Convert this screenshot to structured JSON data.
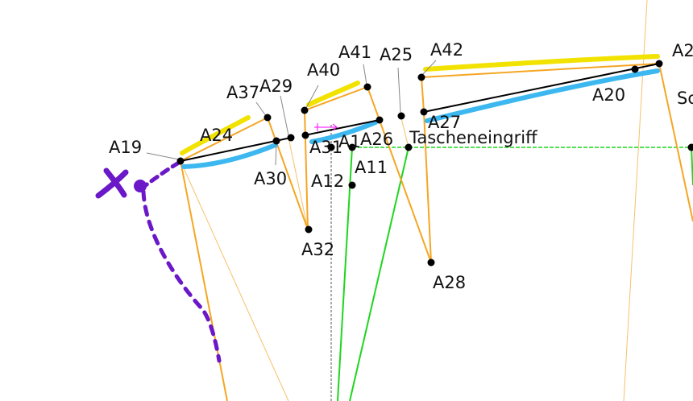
{
  "points": [
    {
      "id": "a19",
      "label": "A19"
    },
    {
      "id": "a24",
      "label": "A24"
    },
    {
      "id": "a37",
      "label": "A37"
    },
    {
      "id": "a29",
      "label": "A29"
    },
    {
      "id": "a30",
      "label": "A30"
    },
    {
      "id": "a40",
      "label": "A40"
    },
    {
      "id": "a41",
      "label": "A41"
    },
    {
      "id": "a31",
      "label": "A31"
    },
    {
      "id": "a25",
      "label": "A25"
    },
    {
      "id": "a42",
      "label": "A42"
    },
    {
      "id": "a26",
      "label": "A26"
    },
    {
      "id": "a27",
      "label": "A27"
    },
    {
      "id": "a20",
      "label": "A20"
    },
    {
      "id": "a2x",
      "label": "A2"
    },
    {
      "id": "a11",
      "label": "A11"
    },
    {
      "id": "a12",
      "label": "A12"
    },
    {
      "id": "a32",
      "label": "A32"
    },
    {
      "id": "a28",
      "label": "A28"
    },
    {
      "id": "a1",
      "label": "A1"
    }
  ],
  "annotations": {
    "pocket_label": "Tascheneingriff",
    "right_cut_label": "Sc"
  },
  "markup": {
    "cross_mark": "X"
  },
  "colors": {
    "construction_line": "#f5a623",
    "main_line": "#000000",
    "helper_line": "#f7c06b",
    "grid_line": "#1fd51f",
    "yellow_mark": "#f2e200",
    "blue_mark": "#3cb7ef",
    "purple_mark": "#6a18c8",
    "magenta_mark": "#ff00ff"
  }
}
